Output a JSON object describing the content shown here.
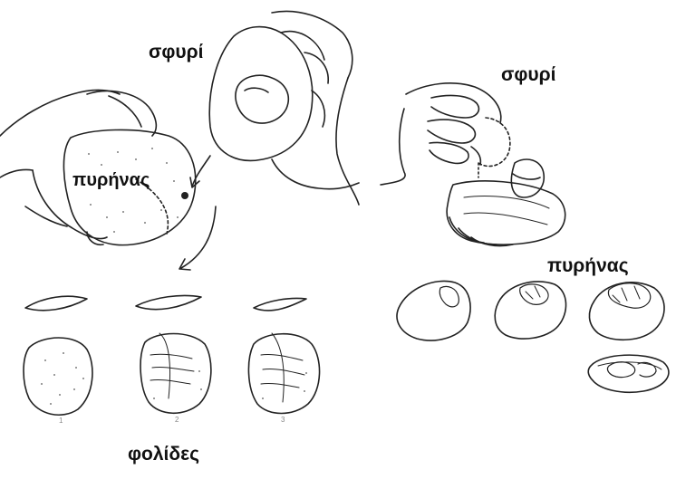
{
  "labels": {
    "hammer_left": "σφυρί",
    "hammer_right": "σφυρί",
    "core_left": "πυρήνας",
    "core_right": "πυρήνας",
    "flakes": "φολίδες"
  },
  "flake_numbers": [
    "1",
    "2",
    "3"
  ],
  "colors": {
    "ink": "#222222",
    "stipple": "#555555",
    "background": "#ffffff"
  }
}
